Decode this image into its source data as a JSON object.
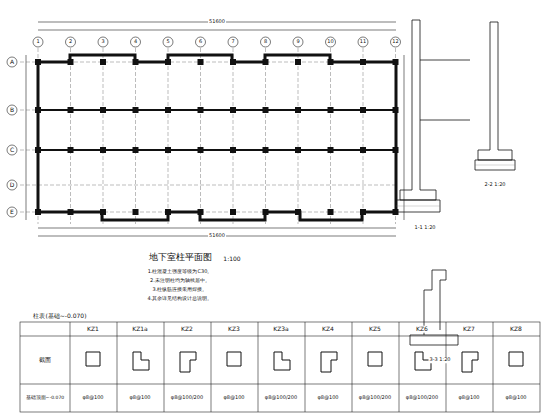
{
  "diagram": {
    "labels": [
      "地下室柱平面图",
      "1:100",
      "1.柱混凝土强度等级为C30。",
      "2.未注明柱均为轴线居中。",
      "3.柱纵筋连接采用焊接。",
      "4.其余详见结构设计总说明。",
      "柱表(基础~-0.070)",
      "截面",
      "基础顶面~-0.070",
      "KZ1",
      "KZ1a",
      "KZ2",
      "KZ3",
      "KZ3a",
      "KZ4",
      "KZ5",
      "KZ6",
      "KZ7",
      "KZ8",
      "φ8@100",
      "φ8@100",
      "φ8@100/200",
      "φ8@100",
      "φ8@100/200",
      "φ8@100",
      "φ8@100/200",
      "φ8@100/200",
      "φ8@100",
      "φ8@100",
      "A",
      "B",
      "C",
      "D",
      "E",
      "1",
      "2",
      "3",
      "4",
      "5",
      "6",
      "7",
      "8",
      "9",
      "10",
      "11",
      "12",
      "51600",
      "51600",
      "1-1 1:20",
      "2-2 1:20",
      "3-3 1:20"
    ]
  }
}
